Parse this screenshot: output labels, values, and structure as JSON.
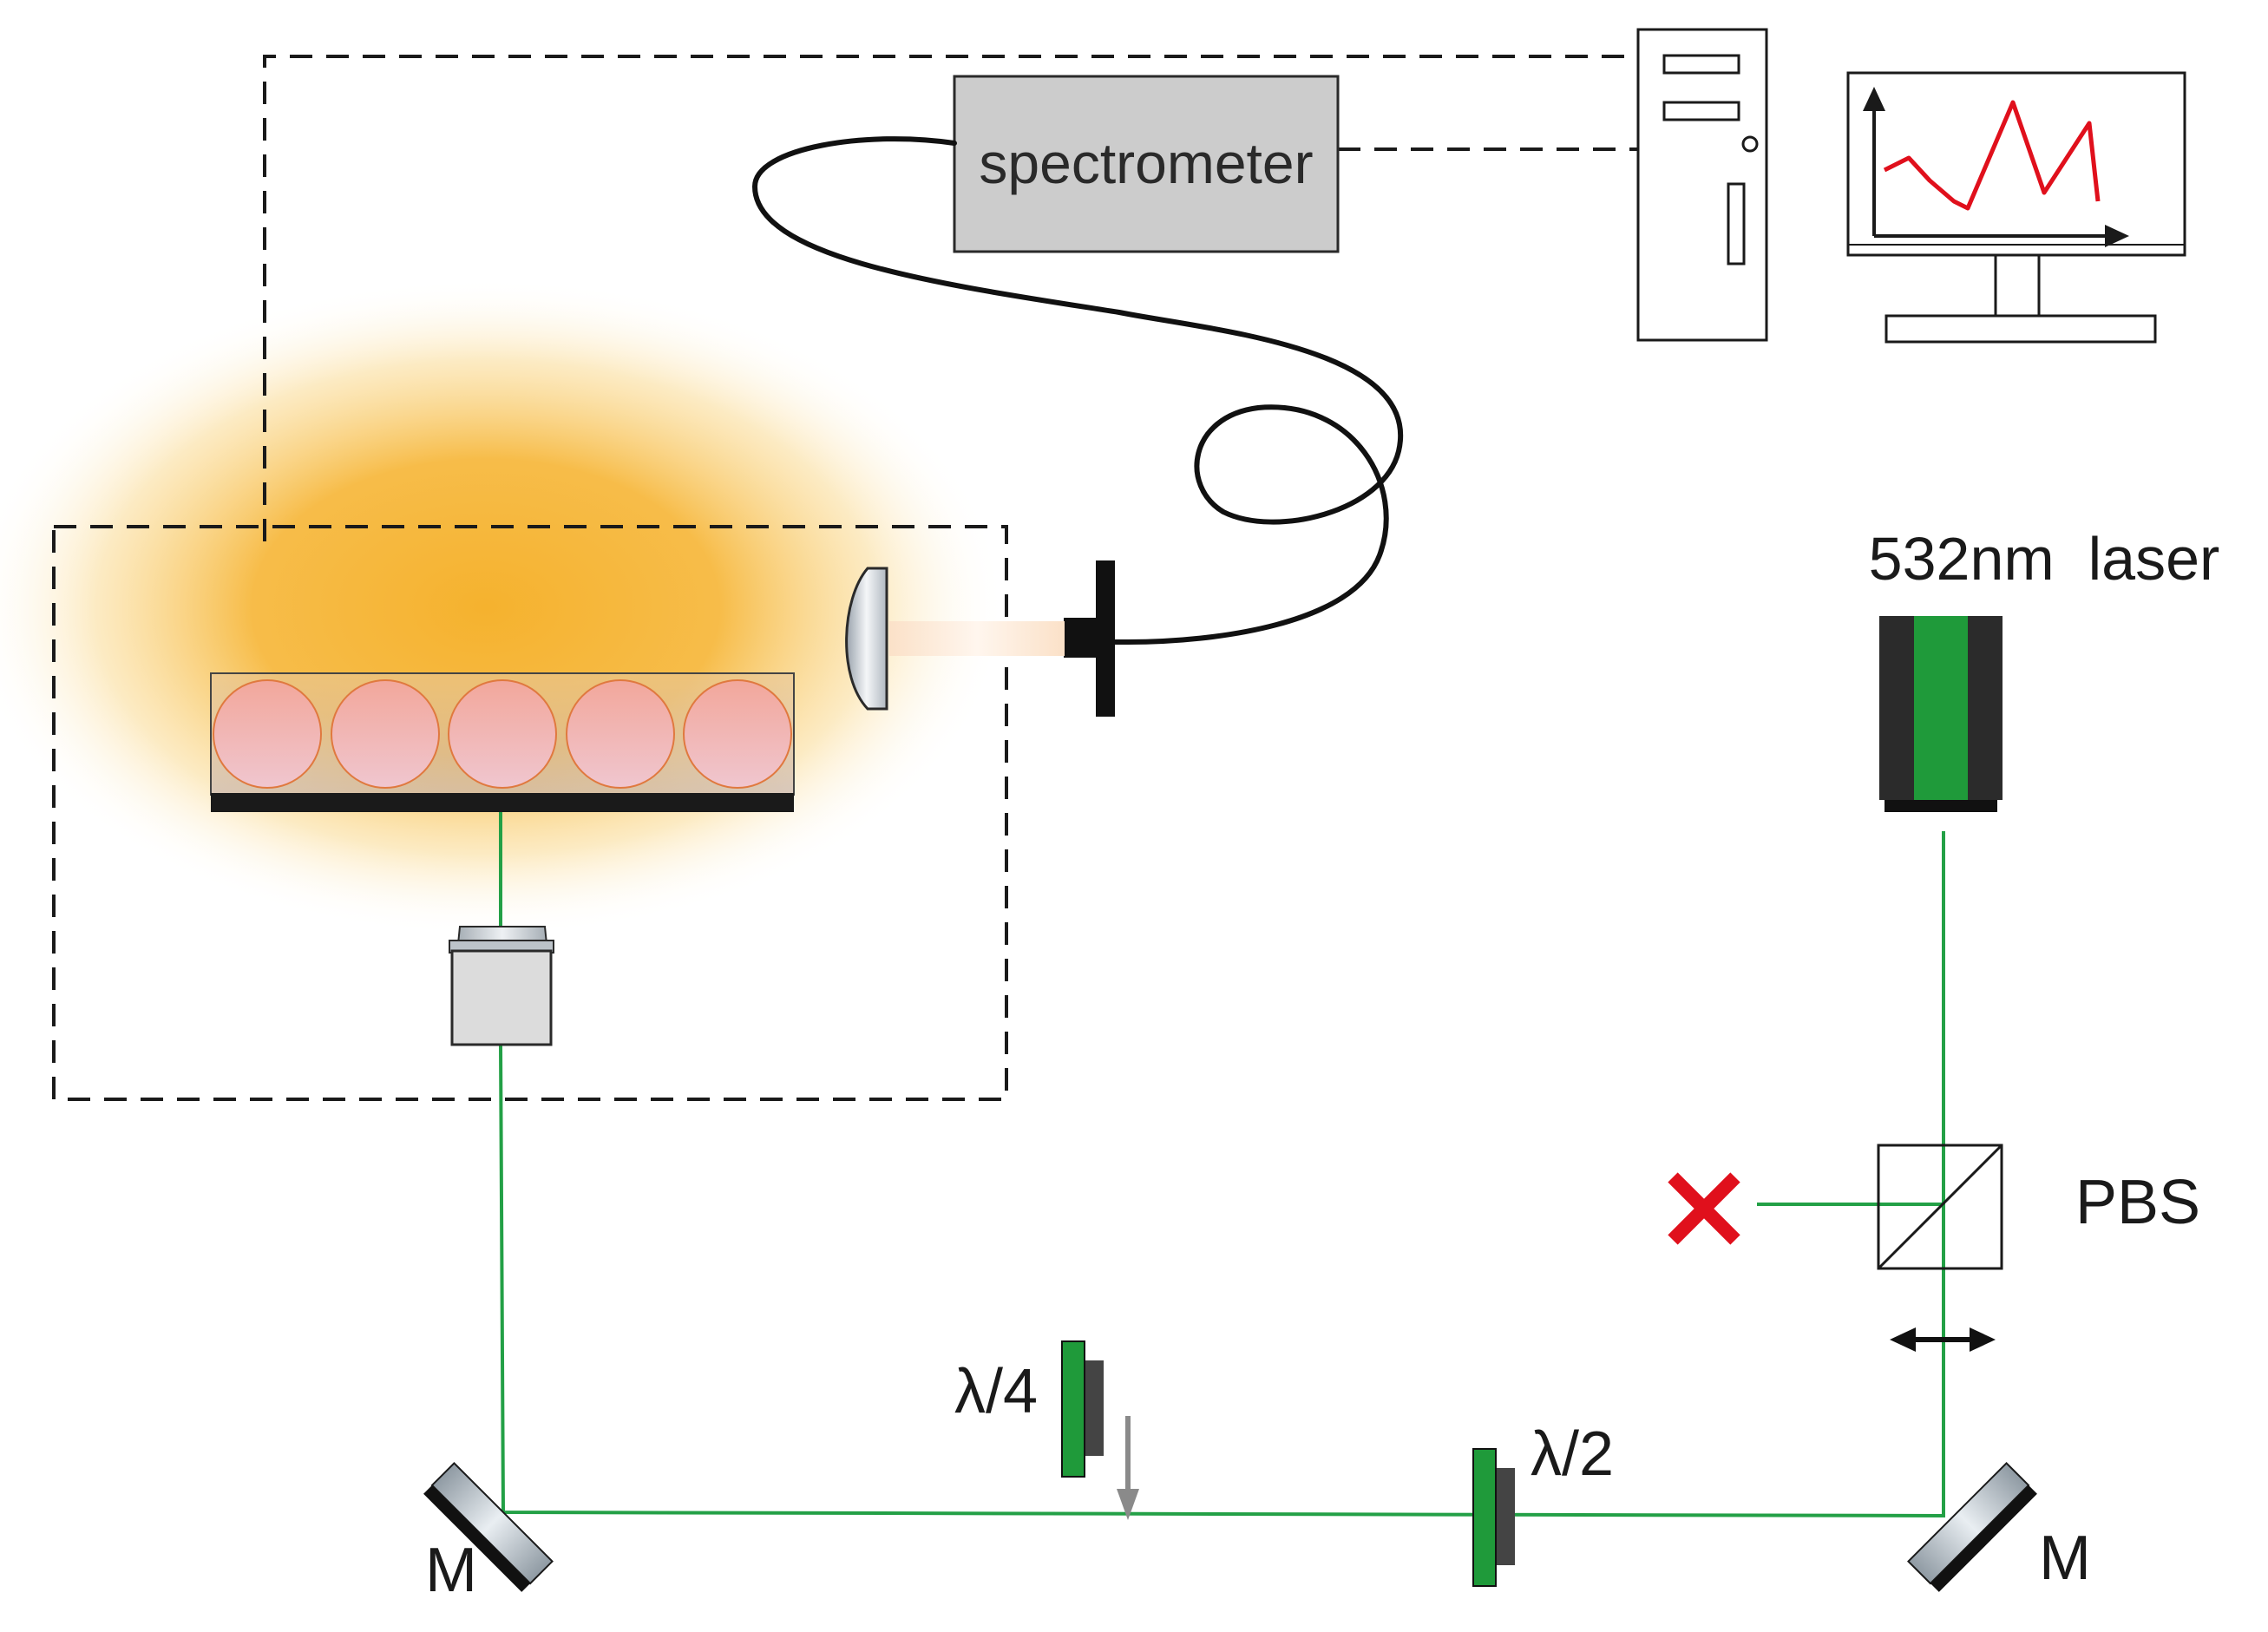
{
  "labels": {
    "spectrometer": "spectrometer",
    "laser": "532nm  laser",
    "pbs": "PBS",
    "quarter_wave": "λ/4",
    "half_wave": "λ/2",
    "mirror_left": "M",
    "mirror_right": "M"
  },
  "colors": {
    "beam": "#23a046",
    "waveplate": "#1f9a3a",
    "glow": "#f5b22e",
    "cell_fill": "#f4b6b0",
    "cell_stroke": "#e0793f",
    "block_x": "#e0101c",
    "plot_line": "#e0101c"
  },
  "icons": [
    "computer-tower-icon",
    "monitor-icon",
    "chart-line-icon",
    "beam-block-x-icon",
    "polarization-arrow-icon",
    "motion-arrow-icon"
  ]
}
